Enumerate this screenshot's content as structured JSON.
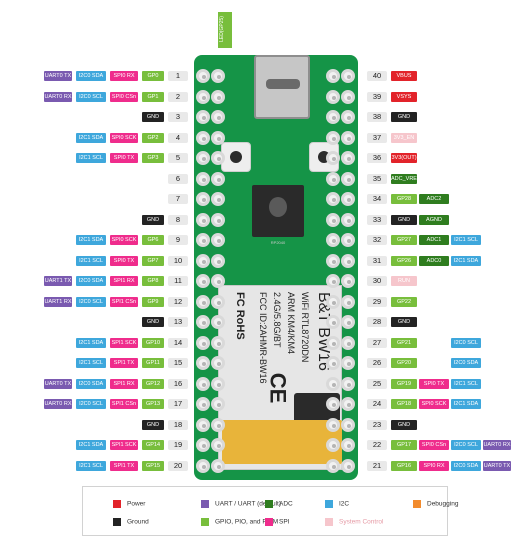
{
  "led_label": "LED(GP25)",
  "colors": {
    "uart": "#7a5ab0",
    "i2c": "#3ea7dc",
    "spi": "#ef2c8c",
    "gpio": "#78be3c",
    "gnd": "#232323",
    "power": "#e2232a",
    "adc": "#2f7d1f",
    "system": "#f6c6cc",
    "debug": "#f28b2d"
  },
  "chip_text": "RP2040",
  "module": {
    "brand": "B&T BW16",
    "lines": [
      "WiFi RTL8720DN",
      "ARM KM4/KM4",
      "2.4G/5.8G/BT",
      "FCC ID:2AHMR-BW16"
    ],
    "cert": "FC RoHS",
    "ce": "CE"
  },
  "left_pins": [
    {
      "num": "1",
      "labels": [
        {
          "t": "UART0 TX",
          "c": "uart"
        },
        {
          "t": "I2C0 SDA",
          "c": "i2c"
        },
        {
          "t": "SPI0 RX",
          "c": "spi"
        },
        {
          "t": "GP0",
          "c": "gpio"
        }
      ]
    },
    {
      "num": "2",
      "labels": [
        {
          "t": "UART0 RX",
          "c": "uart"
        },
        {
          "t": "I2C0 SCL",
          "c": "i2c"
        },
        {
          "t": "SPI0 CSn",
          "c": "spi"
        },
        {
          "t": "GP1",
          "c": "gpio"
        }
      ]
    },
    {
      "num": "3",
      "labels": [
        {
          "t": "GND",
          "c": "gnd"
        }
      ]
    },
    {
      "num": "4",
      "labels": [
        {
          "t": "I2C1 SDA",
          "c": "i2c"
        },
        {
          "t": "SPI0 SCK",
          "c": "spi"
        },
        {
          "t": "GP2",
          "c": "gpio"
        }
      ]
    },
    {
      "num": "5",
      "labels": [
        {
          "t": "I2C1 SCL",
          "c": "i2c"
        },
        {
          "t": "SPI0 TX",
          "c": "spi"
        },
        {
          "t": "GP3",
          "c": "gpio"
        }
      ]
    },
    {
      "num": "6",
      "labels": []
    },
    {
      "num": "7",
      "labels": []
    },
    {
      "num": "8",
      "labels": [
        {
          "t": "GND",
          "c": "gnd"
        }
      ]
    },
    {
      "num": "9",
      "labels": [
        {
          "t": "I2C1 SDA",
          "c": "i2c"
        },
        {
          "t": "SPI0 SCK",
          "c": "spi"
        },
        {
          "t": "GP6",
          "c": "gpio"
        }
      ]
    },
    {
      "num": "10",
      "labels": [
        {
          "t": "I2C1 SCL",
          "c": "i2c"
        },
        {
          "t": "SPI0 TX",
          "c": "spi"
        },
        {
          "t": "GP7",
          "c": "gpio"
        }
      ]
    },
    {
      "num": "11",
      "labels": [
        {
          "t": "UART1 TX",
          "c": "uart"
        },
        {
          "t": "I2C0 SDA",
          "c": "i2c"
        },
        {
          "t": "SPI1 RX",
          "c": "spi"
        },
        {
          "t": "GP8",
          "c": "gpio"
        }
      ]
    },
    {
      "num": "12",
      "labels": [
        {
          "t": "UART1 RX",
          "c": "uart"
        },
        {
          "t": "I2C0 SCL",
          "c": "i2c"
        },
        {
          "t": "SPI1 CSn",
          "c": "spi"
        },
        {
          "t": "GP9",
          "c": "gpio"
        }
      ]
    },
    {
      "num": "13",
      "labels": [
        {
          "t": "GND",
          "c": "gnd"
        }
      ]
    },
    {
      "num": "14",
      "labels": [
        {
          "t": "I2C1 SDA",
          "c": "i2c"
        },
        {
          "t": "SPI1 SCK",
          "c": "spi"
        },
        {
          "t": "GP10",
          "c": "gpio"
        }
      ]
    },
    {
      "num": "15",
      "labels": [
        {
          "t": "I2C1 SCL",
          "c": "i2c"
        },
        {
          "t": "SPI1 TX",
          "c": "spi"
        },
        {
          "t": "GP11",
          "c": "gpio"
        }
      ]
    },
    {
      "num": "16",
      "labels": [
        {
          "t": "UART0 TX",
          "c": "uart"
        },
        {
          "t": "I2C0 SDA",
          "c": "i2c"
        },
        {
          "t": "SPI1 RX",
          "c": "spi"
        },
        {
          "t": "GP12",
          "c": "gpio"
        }
      ]
    },
    {
      "num": "17",
      "labels": [
        {
          "t": "UART0 RX",
          "c": "uart"
        },
        {
          "t": "I2C0 SCL",
          "c": "i2c"
        },
        {
          "t": "SPI1 CSn",
          "c": "spi"
        },
        {
          "t": "GP13",
          "c": "gpio"
        }
      ]
    },
    {
      "num": "18",
      "labels": [
        {
          "t": "GND",
          "c": "gnd"
        }
      ]
    },
    {
      "num": "19",
      "labels": [
        {
          "t": "I2C1 SDA",
          "c": "i2c"
        },
        {
          "t": "SPI1 SCK",
          "c": "spi"
        },
        {
          "t": "GP14",
          "c": "gpio"
        }
      ]
    },
    {
      "num": "20",
      "labels": [
        {
          "t": "I2C1 SCL",
          "c": "i2c"
        },
        {
          "t": "SPI1 TX",
          "c": "spi"
        },
        {
          "t": "GP15",
          "c": "gpio"
        }
      ]
    }
  ],
  "right_pins": [
    {
      "num": "40",
      "labels": [
        {
          "t": "VBUS",
          "c": "pow"
        }
      ]
    },
    {
      "num": "39",
      "labels": [
        {
          "t": "VSYS",
          "c": "pow"
        }
      ]
    },
    {
      "num": "38",
      "labels": [
        {
          "t": "GND",
          "c": "gnd"
        }
      ]
    },
    {
      "num": "37",
      "labels": [
        {
          "t": "3V3_EN",
          "c": "sys"
        }
      ]
    },
    {
      "num": "36",
      "labels": [
        {
          "t": "3V3(OUT)",
          "c": "pow"
        }
      ]
    },
    {
      "num": "35",
      "labels": [
        {
          "t": "ADC_VREF",
          "c": "adc"
        }
      ]
    },
    {
      "num": "34",
      "labels": [
        {
          "t": "GP28",
          "c": "gpio"
        },
        {
          "t": "ADC2",
          "c": "adc"
        }
      ]
    },
    {
      "num": "33",
      "labels": [
        {
          "t": "GND",
          "c": "gnd"
        },
        {
          "t": "AGND",
          "c": "adc"
        }
      ]
    },
    {
      "num": "32",
      "labels": [
        {
          "t": "GP27",
          "c": "gpio"
        },
        {
          "t": "ADC1",
          "c": "adc"
        },
        {
          "t": "I2C1 SCL",
          "c": "i2c"
        }
      ]
    },
    {
      "num": "31",
      "labels": [
        {
          "t": "GP26",
          "c": "gpio"
        },
        {
          "t": "ADC0",
          "c": "adc"
        },
        {
          "t": "I2C1 SDA",
          "c": "i2c"
        }
      ]
    },
    {
      "num": "30",
      "labels": [
        {
          "t": "RUN",
          "c": "sys"
        }
      ]
    },
    {
      "num": "29",
      "labels": [
        {
          "t": "GP22",
          "c": "gpio"
        }
      ]
    },
    {
      "num": "28",
      "labels": [
        {
          "t": "GND",
          "c": "gnd"
        }
      ]
    },
    {
      "num": "27",
      "labels": [
        {
          "t": "GP21",
          "c": "gpio"
        },
        {
          "t": "",
          "c": "none"
        },
        {
          "t": "I2C0 SCL",
          "c": "i2c"
        }
      ]
    },
    {
      "num": "26",
      "labels": [
        {
          "t": "GP20",
          "c": "gpio"
        },
        {
          "t": "",
          "c": "none"
        },
        {
          "t": "I2C0 SDA",
          "c": "i2c"
        }
      ]
    },
    {
      "num": "25",
      "labels": [
        {
          "t": "GP19",
          "c": "gpio"
        },
        {
          "t": "SPI0 TX",
          "c": "spi"
        },
        {
          "t": "I2C1 SCL",
          "c": "i2c"
        }
      ]
    },
    {
      "num": "24",
      "labels": [
        {
          "t": "GP18",
          "c": "gpio"
        },
        {
          "t": "SPI0 SCK",
          "c": "spi"
        },
        {
          "t": "I2C1 SDA",
          "c": "i2c"
        }
      ]
    },
    {
      "num": "23",
      "labels": [
        {
          "t": "GND",
          "c": "gnd"
        }
      ]
    },
    {
      "num": "22",
      "labels": [
        {
          "t": "GP17",
          "c": "gpio"
        },
        {
          "t": "SPI0 CSn",
          "c": "spi"
        },
        {
          "t": "I2C0 SCL",
          "c": "i2c"
        },
        {
          "t": "UART0 RX",
          "c": "uart"
        }
      ]
    },
    {
      "num": "21",
      "labels": [
        {
          "t": "GP16",
          "c": "gpio"
        },
        {
          "t": "SPI0 RX",
          "c": "spi"
        },
        {
          "t": "I2C0 SDA",
          "c": "i2c"
        },
        {
          "t": "UART0 TX",
          "c": "uart"
        }
      ]
    }
  ],
  "legend": [
    {
      "label": "Power",
      "color": "#e2232a"
    },
    {
      "label": "UART / UART (default)",
      "color": "#7a5ab0"
    },
    {
      "label": "ADC",
      "color": "#2f7d1f"
    },
    {
      "label": "I2C",
      "color": "#3ea7dc"
    },
    {
      "label": "Debugging",
      "color": "#f28b2d"
    },
    {
      "label": "Ground",
      "color": "#232323"
    },
    {
      "label": "GPIO, PIO, and PWM",
      "color": "#78be3c"
    },
    {
      "label": "SPI",
      "color": "#ef2c8c"
    },
    {
      "label": "System Control",
      "color": "#f6c6cc"
    }
  ]
}
